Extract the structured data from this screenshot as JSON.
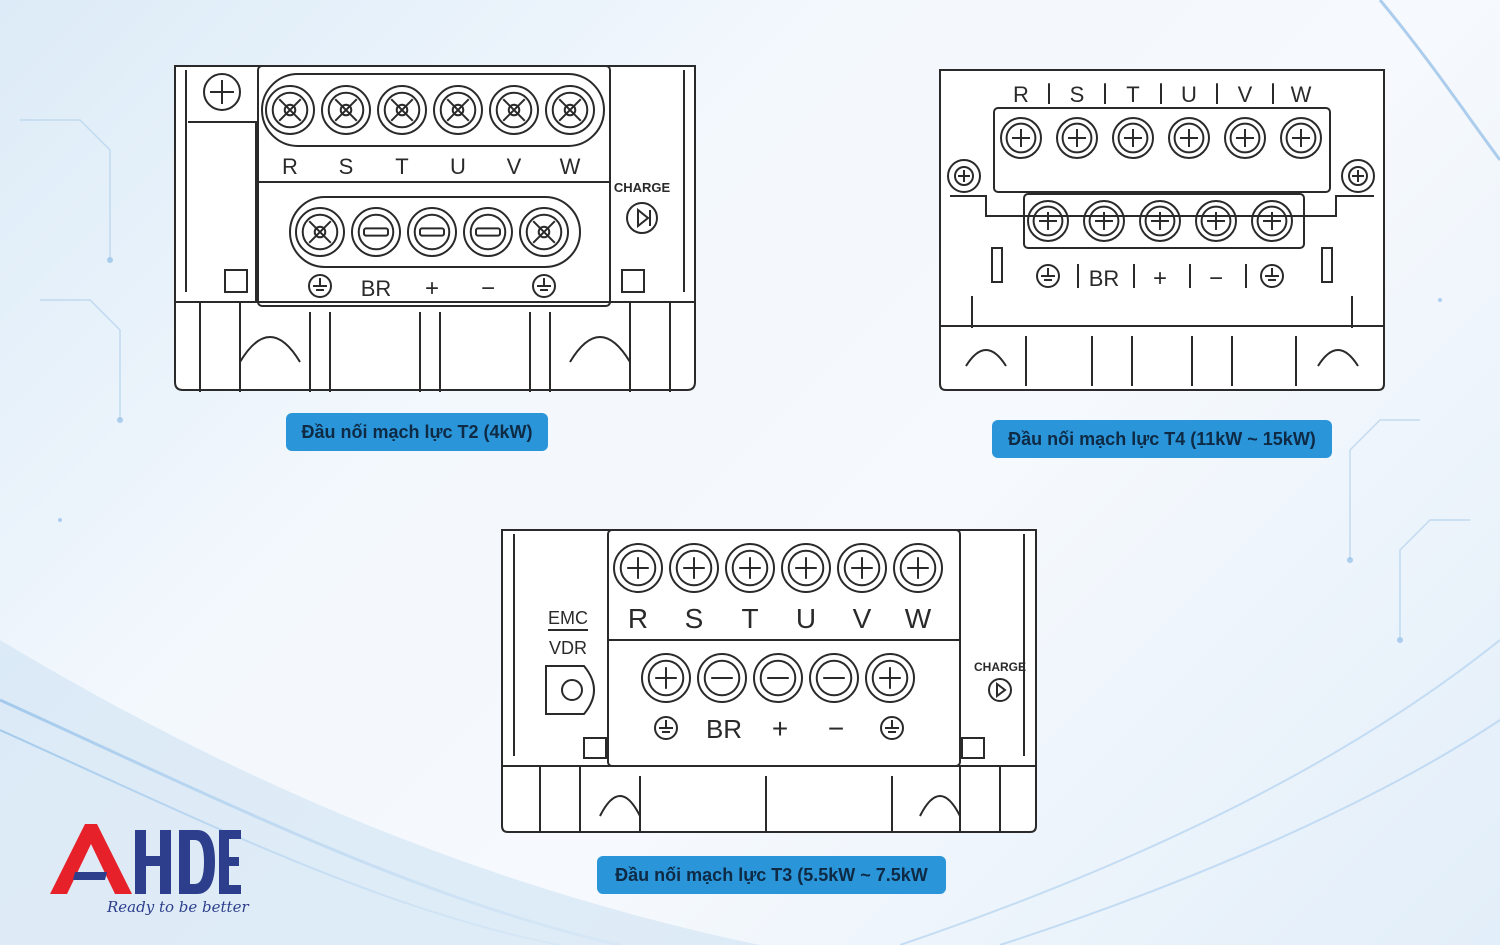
{
  "captions": {
    "t2": "Đầu nối mạch lực T2 (4kW)",
    "t4": "Đầu nối mạch lực T4 (11kW ~ 15kW)",
    "t3": "Đầu nối mạch lực T3 (5.5kW ~ 7.5kW"
  },
  "terminals": {
    "top": [
      "R",
      "S",
      "T",
      "U",
      "V",
      "W"
    ],
    "bottom_br": "BR",
    "bottom_plus": "+",
    "bottom_minus": "−"
  },
  "labels": {
    "charge": "CHARGE",
    "emc": "EMC",
    "vdr": "VDR"
  },
  "logo": {
    "text_a": "A",
    "text_hde": "HDE",
    "tagline": "Ready to be better",
    "color_red": "#e62129",
    "color_blue": "#2d3f8c"
  },
  "colors": {
    "caption_bg": "#2b95d9",
    "line": "#2a2a2a"
  }
}
